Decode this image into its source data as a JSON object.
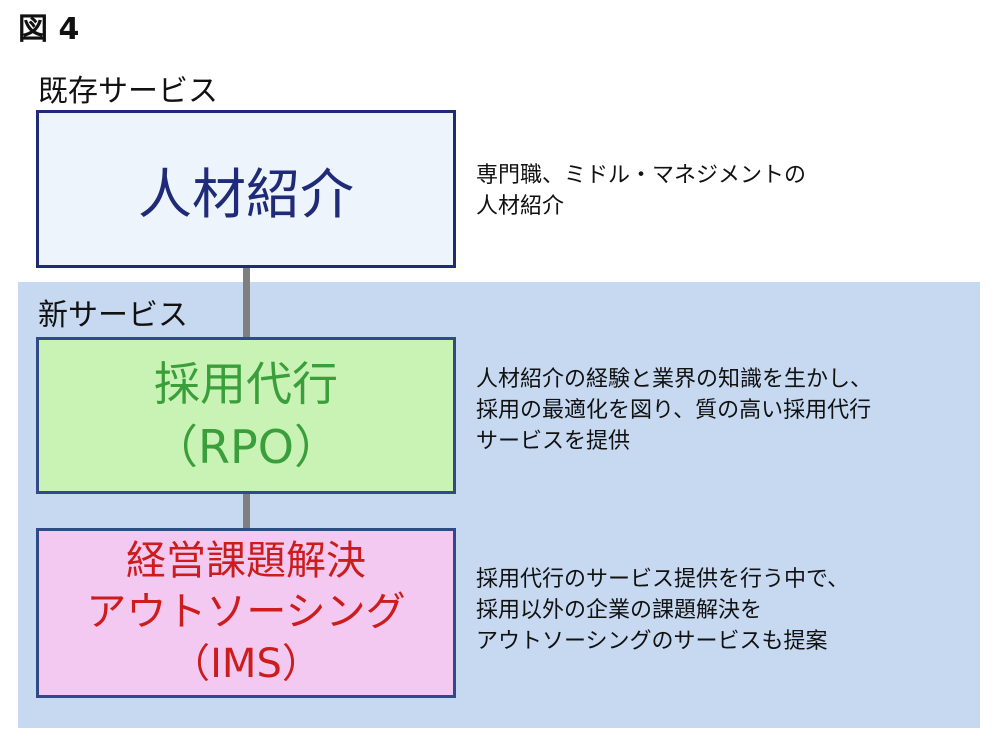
{
  "figure_title": "図 4",
  "existing": {
    "section_label": "既存サービス",
    "box_title": "人材紹介",
    "description": [
      "専門職、ミドル・マネジメントの",
      "人材紹介"
    ]
  },
  "new": {
    "section_label": "新サービス",
    "rpo": {
      "title_lines": [
        "採用代行",
        "（RPO）"
      ],
      "description": [
        "人材紹介の経験と業界の知識を生かし、",
        "採用の最適化を図り、質の高い採用代行",
        "サービスを提供"
      ]
    },
    "ims": {
      "title_lines": [
        "経営課題解決",
        "アウトソーシング",
        "（IMS）"
      ],
      "description": [
        "採用代行のサービス提供を行う中で、",
        "採用以外の企業の課題解決を",
        "アウトソーシングのサービスも提案"
      ]
    }
  },
  "colors": {
    "new_panel_bg": "#c6d9f1",
    "existing_text": "#1f2a78",
    "rpo_text": "#3a9e3a",
    "rpo_bg": "#c9f2b5",
    "ims_text": "#cc1c1c",
    "ims_bg": "#f3c9f1",
    "connector": "#7f7f7f"
  }
}
